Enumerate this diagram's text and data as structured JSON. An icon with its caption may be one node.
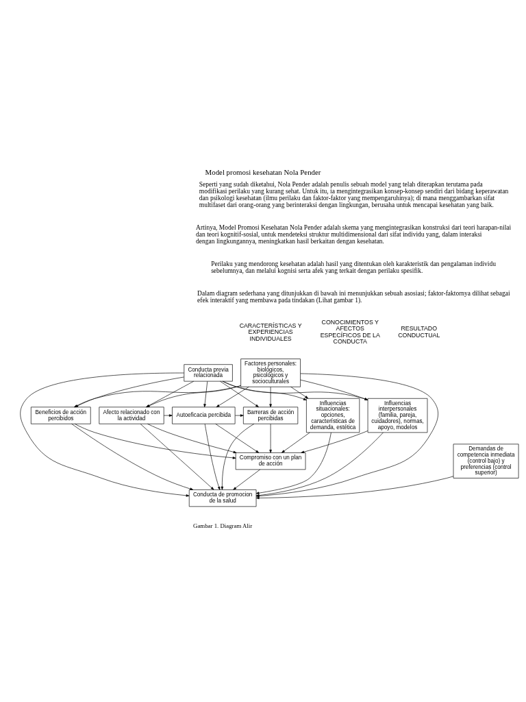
{
  "diagram": {
    "title": "Model promosi kesehatan Nola Pender",
    "caption": "Gambar 1. Diagram Alir",
    "nodes": [
      {
        "text": [
          "Conducta previa relacionada"
        ]
      },
      {
        "text": [
          "Factores personales: biológicos, psicológicos y socioculturales"
        ]
      },
      {
        "text": [
          "Beneficios de acción percibidos"
        ]
      },
      {
        "text": [
          "Barreras de acción percibidas"
        ]
      },
      {
        "text": [
          "Autoeficacia percibida"
        ]
      },
      {
        "text": [
          "Afecto relacionado con la actividad"
        ]
      },
      {
        "text": [
          "Influencias interpersonales (familia, pareja, cuidadores), normas, apoyo, modelos"
        ]
      },
      {
        "text": [
          "Influencias situacionales: opciones, características de demanda, estética"
        ]
      },
      {
        "text": [
          "Demandas de competencia inmediata (control bajo) y preferencias (control superior)"
        ]
      },
      {
        "text": [
          "Compromiso con un plan de acción"
        ]
      },
      {
        "text": [
          "Conducta de promocion de la salud"
        ]
      }
    ],
    "edges": [
      {
        "from": 0,
        "to": 2,
        "arrow": "to"
      },
      {
        "from": 0,
        "to": 3,
        "arrow": "to"
      },
      {
        "from": 0,
        "to": 4,
        "arrow": "to"
      },
      {
        "from": 0,
        "to": 5,
        "arrow": "to"
      },
      {
        "from": 0,
        "to": 6,
        "arrow": "to"
      },
      {
        "from": 0,
        "to": 7,
        "arrow": "to"
      },
      {
        "from": 0,
        "to": 10,
        "arrow": "to"
      },
      {
        "from": 1,
        "to": 2,
        "arrow": "to"
      },
      {
        "from": 1,
        "to": 3,
        "arrow": "to"
      },
      {
        "from": 1,
        "to": 4,
        "arrow": "to"
      },
      {
        "from": 1,
        "to": 5,
        "arrow": "to"
      },
      {
        "from": 1,
        "to": 6,
        "arrow": "to"
      },
      {
        "from": 1,
        "to": 7,
        "arrow": "to"
      },
      {
        "from": 1,
        "to": 10,
        "arrow": "to"
      },
      {
        "from": 5,
        "to": 4,
        "arrow": "to"
      },
      {
        "from": 4,
        "to": 3,
        "arrow": "to"
      },
      {
        "from": 2,
        "to": 9,
        "arrow": "to"
      },
      {
        "from": 3,
        "to": 9,
        "arrow": "to"
      },
      {
        "from": 4,
        "to": 9,
        "arrow": "to"
      },
      {
        "from": 5,
        "to": 9,
        "arrow": "to"
      },
      {
        "from": 2,
        "to": 10,
        "arrow": "to"
      },
      {
        "from": 3,
        "to": 10,
        "arrow": "to"
      },
      {
        "from": 4,
        "to": 10,
        "arrow": "to"
      },
      {
        "from": 5,
        "to": 10,
        "arrow": "to"
      },
      {
        "from": 6,
        "to": 9,
        "arrow": "to"
      },
      {
        "from": 7,
        "to": 9,
        "arrow": "to"
      },
      {
        "from": 6,
        "to": 10,
        "arrow": "to"
      },
      {
        "from": 7,
        "to": 10,
        "arrow": "to"
      },
      {
        "from": 8,
        "to": 10,
        "arrow": "to"
      },
      {
        "from": 9,
        "to": 10,
        "arrow": "to"
      }
    ],
    "labels": [
      "Seperti yang sudah diketahui, Nola Pender adalah penulis sebuah model yang telah diterapkan terutama pada modifikasi perilaku yang kurang sehat. Untuk itu, ia mengintegrasikan konsep-konsep sendiri dari bidang keperawatan dan psikologi kesehatan (ilmu perilaku dan faktor-faktor yang mempengaruhinya); di mana menggambarkan sifat multifaset dari orang-orang yang berinteraksi dengan lingkungan, berusaha untuk mencapai kesehatan yang baik.",
      "Artinya, Model Promosi Kesehatan Nola Pender adalah skema yang mengintegrasikan konstruksi dari teori harapan-nilai dan teori kognitif-sosial, untuk mendeteksi struktur multidimensional dari sifat individu yang, dalam interaksi dengan lingkungannya, meningkatkan hasil berkaitan dengan kesehatan.",
      "Perilaku yang mendorong kesehatan adalah hasil yang ditentukan oleh karakteristik dan pengalaman individu sebelumnya, dan melalui kognisi serta afek yang terkait dengan perilaku spesifik.",
      "Dalam diagram sederhana yang ditunjukkan di bawah ini menunjukkan sebuah asosiasi; faktor-faktornya dilihat sebagai efek interaktif yang membawa pada tindakan (Lihat gambar 1).",
      "CARACTERÍSTICAS Y EXPERIENCIAS INDIVIDUALES",
      "CONOCIMIENTOS Y AFECTOS ESPECÍFICOS DE LA CONDUCTA",
      "RESULTADO CONDUCTUAL"
    ]
  }
}
